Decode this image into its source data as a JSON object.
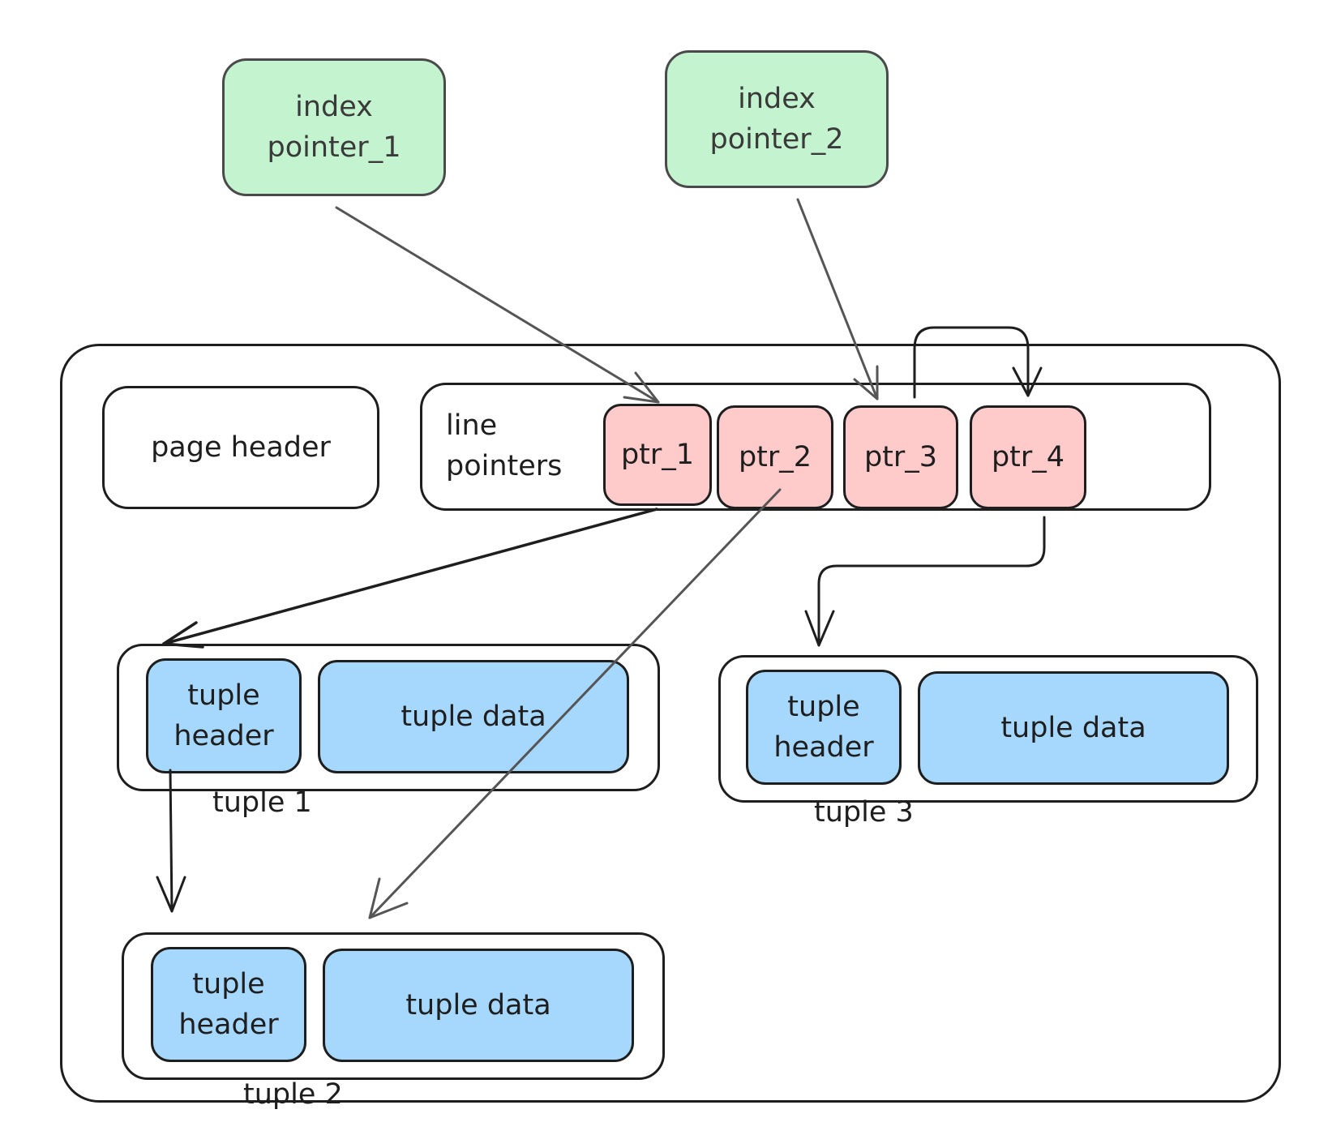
{
  "index_pointers": [
    {
      "label": "index\npointer_1"
    },
    {
      "label": "index\npointer_2"
    }
  ],
  "page": {
    "page_header": "page header",
    "line_pointers_label": "line\npointers",
    "pointers": [
      "ptr_1",
      "ptr_2",
      "ptr_3",
      "ptr_4"
    ]
  },
  "tuples": [
    {
      "caption": "tuple 1",
      "header": "tuple\nheader",
      "data": "tuple data"
    },
    {
      "caption": "tuple 2",
      "header": "tuple\nheader",
      "data": "tuple data"
    },
    {
      "caption": "tuple 3",
      "header": "tuple\nheader",
      "data": "tuple data"
    }
  ],
  "colors": {
    "index_fill": "#c4f3cf",
    "pointer_fill": "#fecaca",
    "tuple_fill": "#a6d8fd",
    "stroke": "#1e1e1e",
    "grey_arrow": "#555555"
  }
}
